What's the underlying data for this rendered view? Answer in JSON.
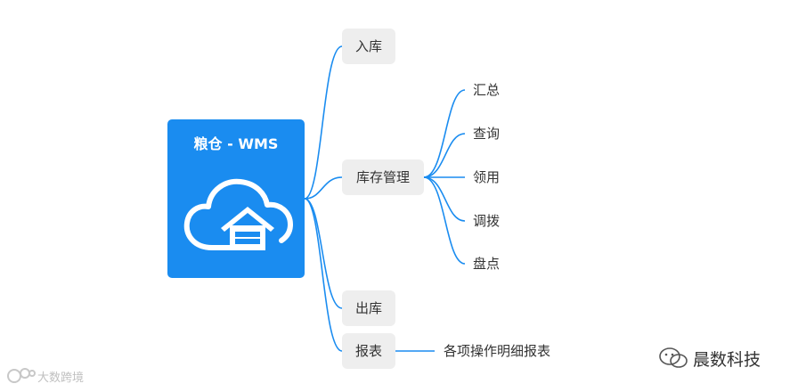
{
  "colors": {
    "root_bg": "#1a8cf0",
    "node_bg": "#eeeeee",
    "line": "#1a8cf0",
    "text": "#333333"
  },
  "root": {
    "title": "粮仓 - WMS",
    "icon": "cloud-warehouse-icon"
  },
  "branches": [
    {
      "label": "入库"
    },
    {
      "label": "库存管理",
      "children": [
        "汇总",
        "查询",
        "领用",
        "调拨",
        "盘点"
      ]
    },
    {
      "label": "出库"
    },
    {
      "label": "报表",
      "children": [
        "各项操作明细报表"
      ]
    }
  ],
  "watermarks": {
    "left": "大数跨境",
    "right": "晨数科技",
    "left_icon": "watermark-logo-icon",
    "right_icon": "wechat-icon"
  }
}
